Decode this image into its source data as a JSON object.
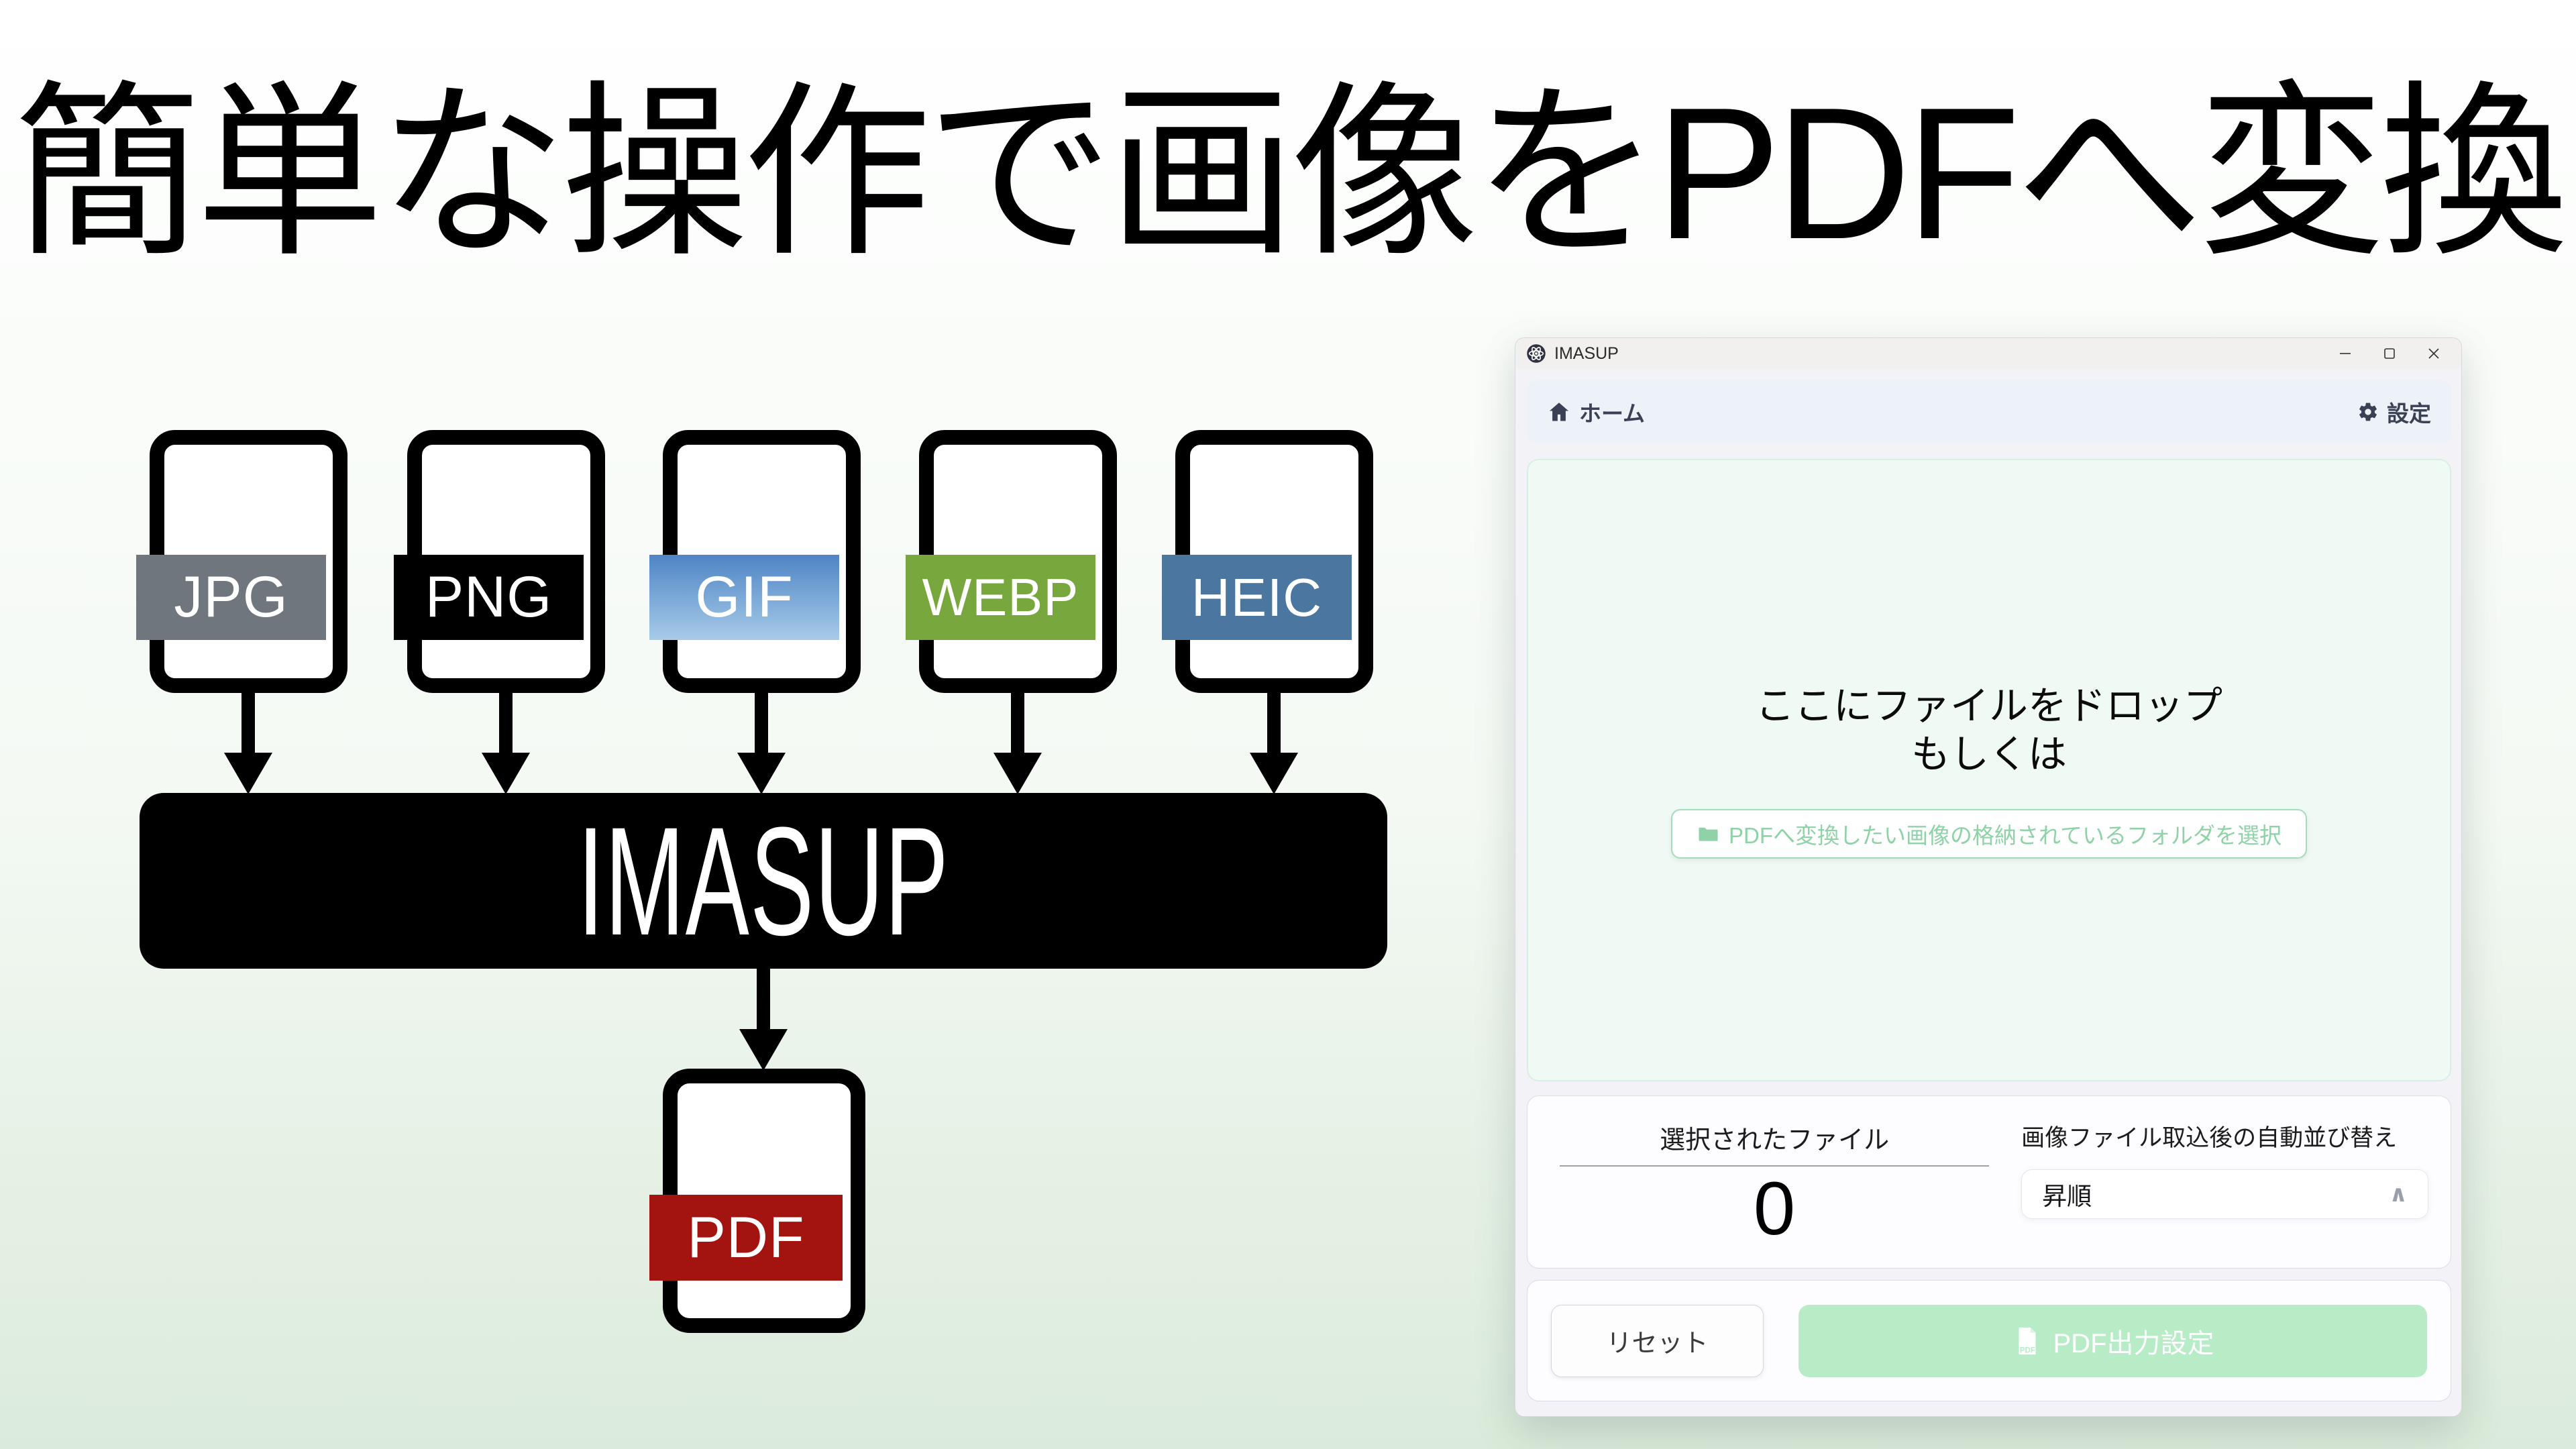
{
  "page": {
    "title": "簡単な操作で画像をPDFへ変換"
  },
  "diagram": {
    "formats": [
      {
        "label": "JPG",
        "color": "#6f767d"
      },
      {
        "label": "PNG",
        "color": "#000000"
      },
      {
        "label": "GIF",
        "color": "#4e85c5",
        "color2": "#a8cbe9"
      },
      {
        "label": "WEBP",
        "color": "#77a73d"
      },
      {
        "label": "HEIC",
        "color": "#4a76a0"
      }
    ],
    "app_label": "IMASUP",
    "output": {
      "label": "PDF",
      "color": "#a31410"
    }
  },
  "window": {
    "titlebar": {
      "app_name": "IMASUP"
    },
    "navbar": {
      "home_label": "ホーム",
      "settings_label": "設定"
    },
    "dropzone": {
      "line1": "ここにファイルをドロップ",
      "line2": "もしくは",
      "folder_button_label": "PDFへ変換したい画像の格納されているフォルダを選択"
    },
    "file_panel": {
      "selected_label": "選択されたファイル",
      "count": "0",
      "sort_label": "画像ファイル取込後の自動並び替え",
      "sort_value": "昇順",
      "chevron_glyph": "∧"
    },
    "actions": {
      "reset_label": "リセット",
      "pdf_button_label": "PDF出力設定"
    }
  },
  "colors": {
    "page_bg_top": "#ffffff",
    "page_bg_bottom": "#dbebdb",
    "diagram_black": "#000000",
    "titlebar_bg": "#f2f0ee",
    "titlebar_fg": "#2b2b2b",
    "window_bg": "#f2f2f7",
    "navbar_bg": "#edf1f8",
    "navbar_fg": "#3a4154",
    "dropzone_bg": "#f0faf4",
    "dropzone_border": "#d8efe3",
    "accent_green": "#8fd2a8",
    "folder_btn_border": "#a4ddbb",
    "card_bg": "#fdfdff",
    "card_border": "#dcdce6",
    "pdf_button_bg": "#b7ecc7",
    "text_dark": "#1c1c1c",
    "muted": "#9aa0aa"
  }
}
